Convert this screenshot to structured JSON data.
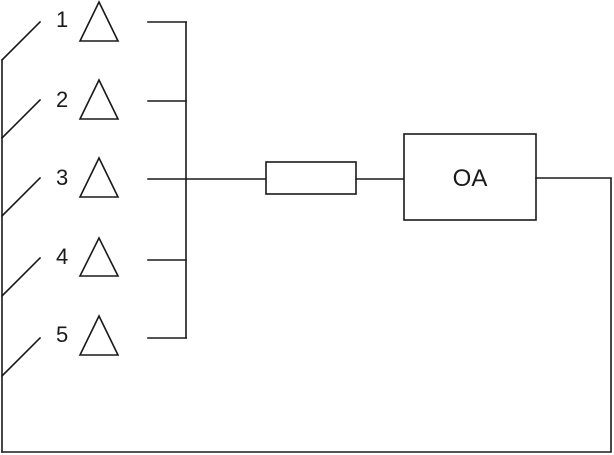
{
  "inputs": [
    {
      "label": "1"
    },
    {
      "label": "2"
    },
    {
      "label": "3"
    },
    {
      "label": "4"
    },
    {
      "label": "5"
    }
  ],
  "amplifier": {
    "label": "OA"
  }
}
